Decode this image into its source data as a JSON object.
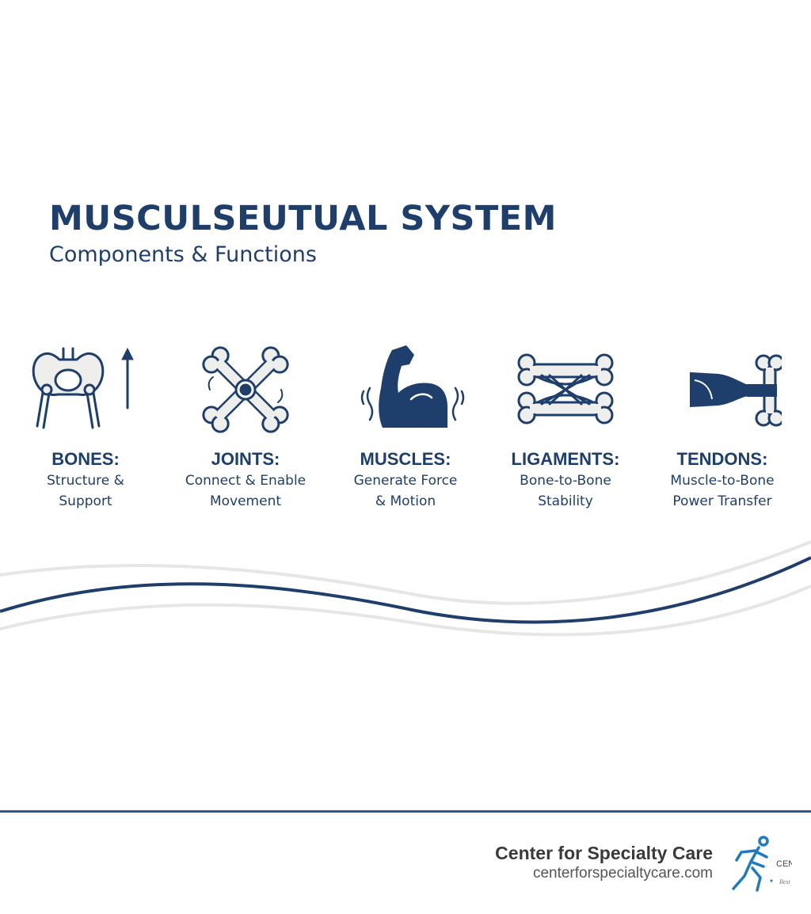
{
  "header": {
    "title": "MUSCULSEUTUAL SYSTEM",
    "subtitle": "Components & Functions"
  },
  "components": [
    {
      "name": "BONES:",
      "line1": "Structure &",
      "line2": "Support",
      "icon": "pelvis-bone-icon"
    },
    {
      "name": "JOINTS:",
      "line1": "Connect & Enable",
      "line2": "Movement",
      "icon": "crossed-bones-joint-icon"
    },
    {
      "name": "MUSCLES:",
      "line1": "Generate Force",
      "line2": "& Motion",
      "icon": "flexed-arm-muscle-icon"
    },
    {
      "name": "LIGAMENTS:",
      "line1": "Bone-to-Bone",
      "line2": "Stability",
      "icon": "bones-ligament-icon"
    },
    {
      "name": "TENDONS:",
      "line1": "Muscle-to-Bone",
      "line2": "Power Transfer",
      "icon": "muscle-tendon-bone-icon"
    }
  ],
  "footer": {
    "brand_name": "Center for Specialty Care",
    "brand_url": "centerforspecialtycare.com",
    "logo_text": "CEN",
    "logo_sub": "Best"
  },
  "colors": {
    "primary": "#1e3f6b",
    "bone_fill": "#eeeeec",
    "wave_light": "#e6e6e6",
    "footer_line": "#2b5d8c",
    "logo_blue": "#1f7bc1"
  }
}
